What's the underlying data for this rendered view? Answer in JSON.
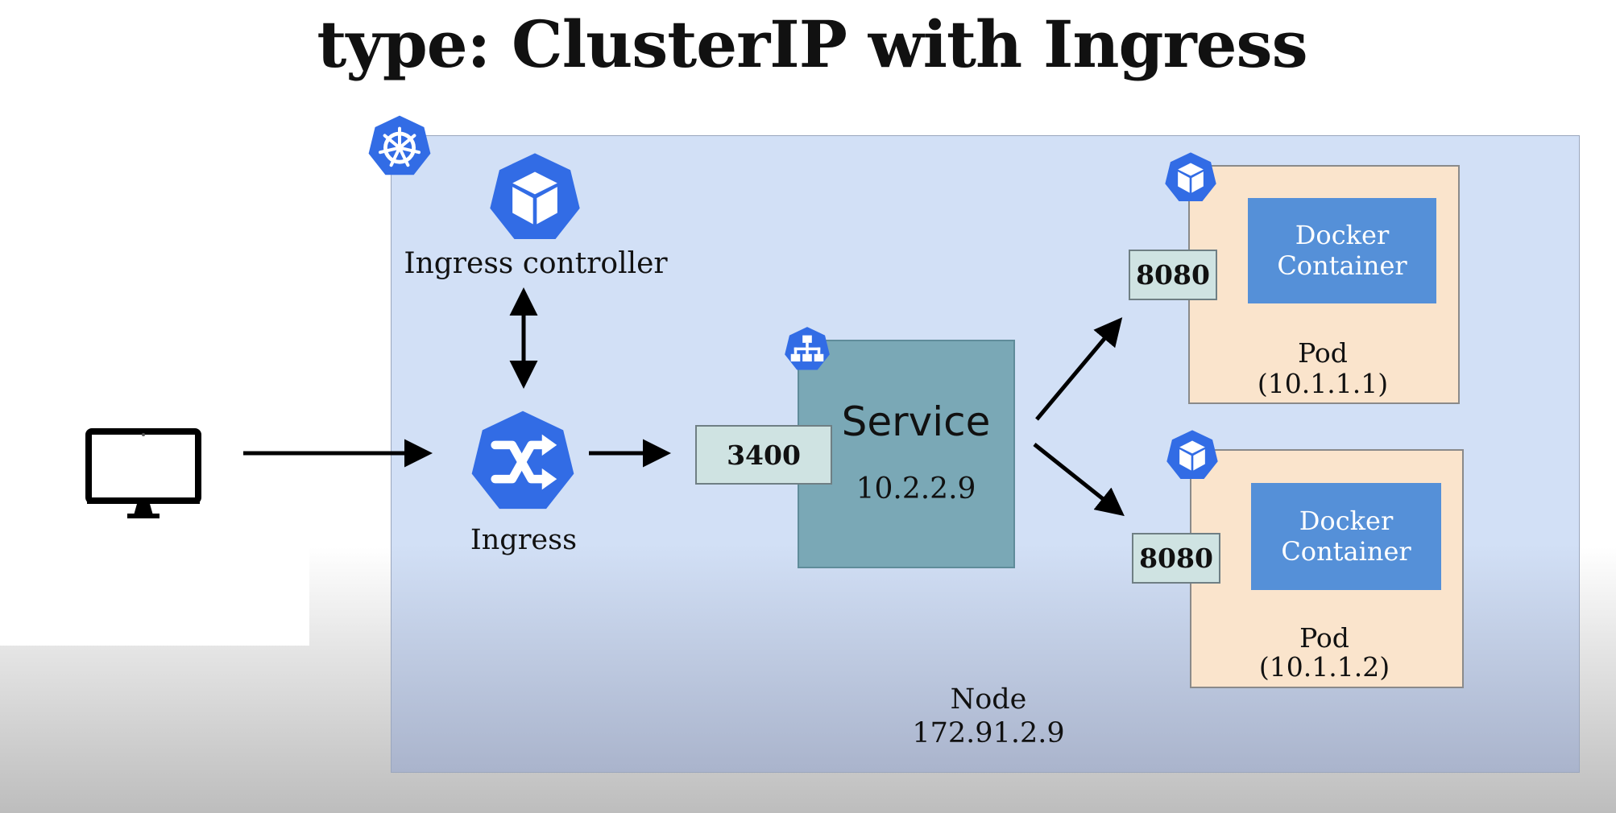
{
  "title": "type: ClusterIP with Ingress",
  "colors": {
    "k8s_blue": "#326ce5",
    "node_fill": "#d2e0f6",
    "service_fill": "#7aa8b6",
    "pod_fill": "#fae4cc",
    "docker_fill": "#5590d8",
    "port_fill": "#cfe3e2"
  },
  "client": {
    "icon": "monitor-icon"
  },
  "cluster": {
    "icon": "kubernetes-wheel-icon"
  },
  "ingress_controller": {
    "label": "Ingress controller",
    "icon": "pod-cube-icon"
  },
  "ingress": {
    "label": "Ingress",
    "icon": "shuffle-icon"
  },
  "service": {
    "name": "Service",
    "ip": "10.2.2.9",
    "port": "3400",
    "icon": "network-tree-icon"
  },
  "pods": [
    {
      "port": "8080",
      "container_label": "Docker\nContainer",
      "label": "Pod",
      "ip": "(10.1.1.1)",
      "icon": "pod-cube-icon"
    },
    {
      "port": "8080",
      "container_label": "Docker\nContainer",
      "label": "Pod",
      "ip": "(10.1.1.2)",
      "icon": "pod-cube-icon"
    }
  ],
  "node": {
    "label": "Node",
    "ip": "172.91.2.9"
  }
}
